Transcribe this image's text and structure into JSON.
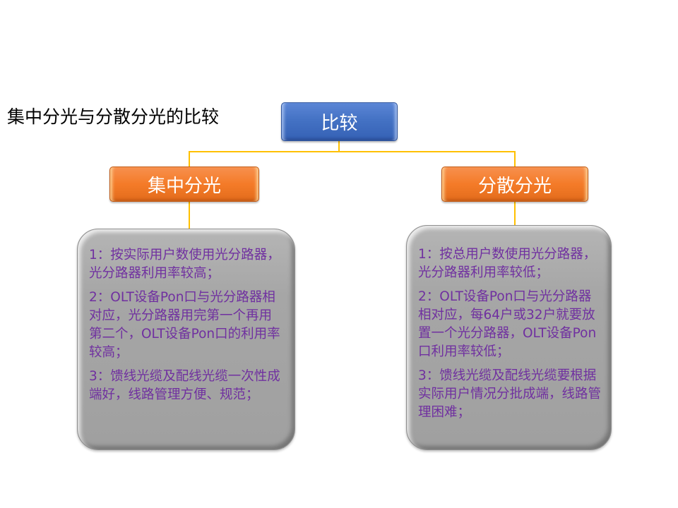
{
  "slide": {
    "title": "集中分光与分散分光的比较"
  },
  "diagram": {
    "root": {
      "label": "比较",
      "color": "#4472c4"
    },
    "connector_color": "#ffc000",
    "branches": [
      {
        "label": "集中分光",
        "color": "#f47b28",
        "points": [
          "1：按实际用户数使用光分路器，光分路器利用率较高；",
          "2：OLT设备Pon口与光分路器相对应，光分路器用完第一个再用第二个，OLT设备Pon口的利用率较高；",
          "3：馈线光缆及配线光缆一次性成端好，线路管理方便、规范；"
        ]
      },
      {
        "label": "分散分光",
        "color": "#f47b28",
        "points": [
          "1：按总用户数使用光分路器，光分路器利用率较低；",
          "2：OLT设备Pon口与光分路器相对应，每64户或32户就要放置一个光分路器，OLT设备Pon口利用率较低；",
          "3：馈线光缆及配线光缆要根据实际用户情况分批成端，线路管理困难；"
        ]
      }
    ],
    "panel_color": "#a6a6a6",
    "text_color": "#7030a0"
  }
}
